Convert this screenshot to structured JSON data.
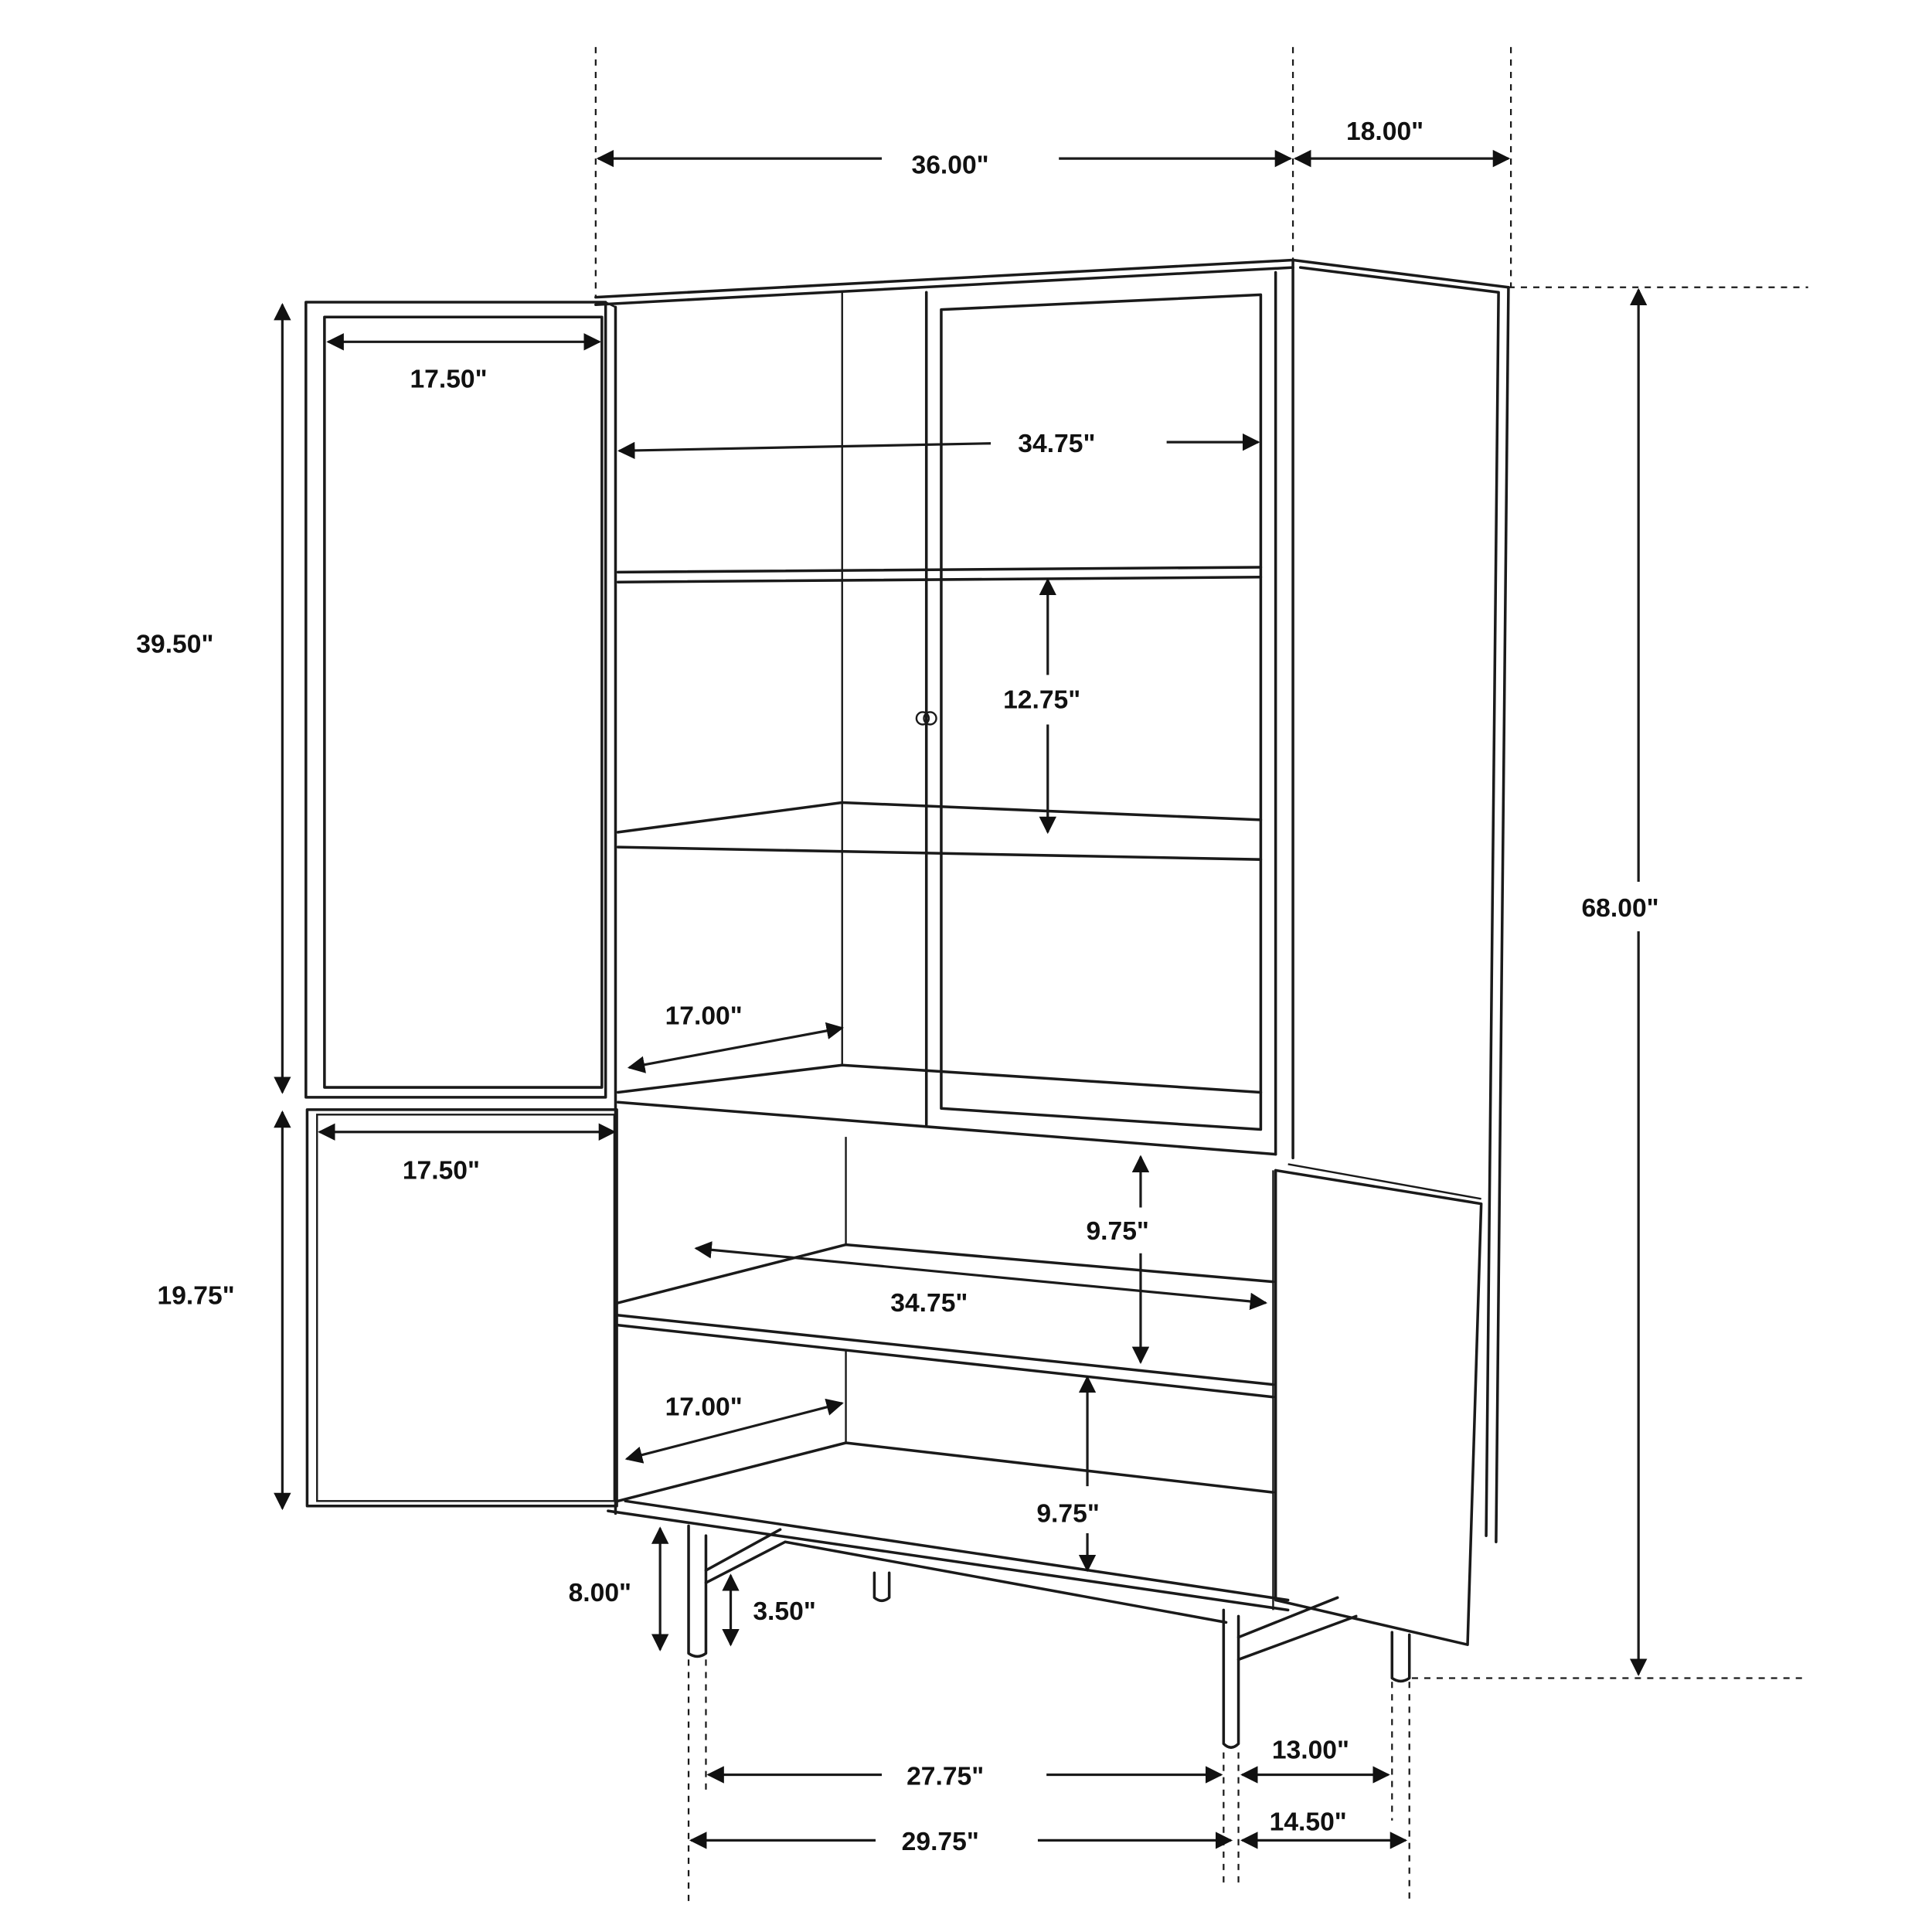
{
  "diagram": {
    "type": "furniture-dimension-drawing",
    "subject": "Tall cabinet with glass upper doors, lower doors and metal base",
    "line_color": "#1a1a1a",
    "background": "#ffffff"
  },
  "dimensions": {
    "overall_width": "36.00\"",
    "overall_depth": "18.00\"",
    "overall_height": "68.00\"",
    "upper_door_width": "17.50\"",
    "upper_interior_width": "34.75\"",
    "upper_door_height": "39.50\"",
    "upper_shelf_spacing": "12.75\"",
    "upper_shelf_depth": "17.00\"",
    "lower_door_width": "17.50\"",
    "lower_door_height": "19.75\"",
    "lower_interior_width": "34.75\"",
    "lower_shelf_spacing_top": "9.75\"",
    "lower_shelf_depth": "17.00\"",
    "lower_shelf_spacing_bottom": "9.75\"",
    "leg_height": "8.00\"",
    "stretcher_height": "3.50\"",
    "leg_span_inner_width": "27.75\"",
    "leg_span_outer_width": "29.75\"",
    "leg_span_inner_depth": "13.00\"",
    "leg_span_outer_depth": "14.50\""
  }
}
